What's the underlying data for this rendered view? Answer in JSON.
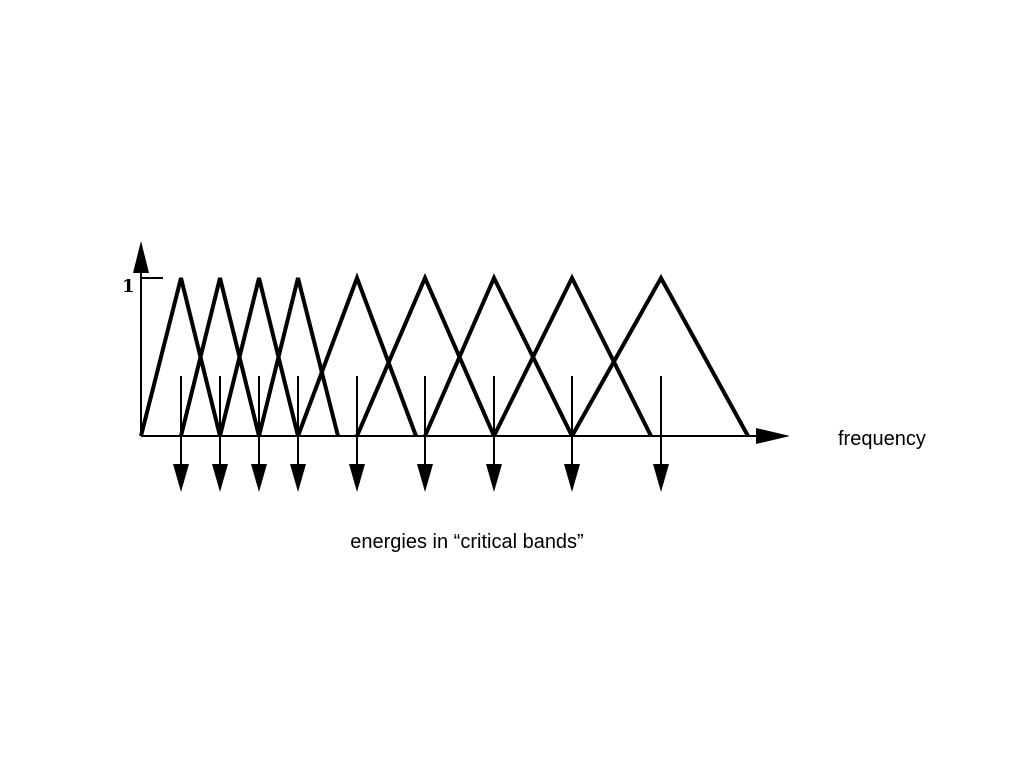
{
  "diagram": {
    "y_tick_label": "1",
    "x_axis_label": "frequency",
    "caption": "energies in “critical bands”",
    "filter_count": 9,
    "colors": {
      "stroke": "#000000",
      "background": "#ffffff"
    }
  }
}
